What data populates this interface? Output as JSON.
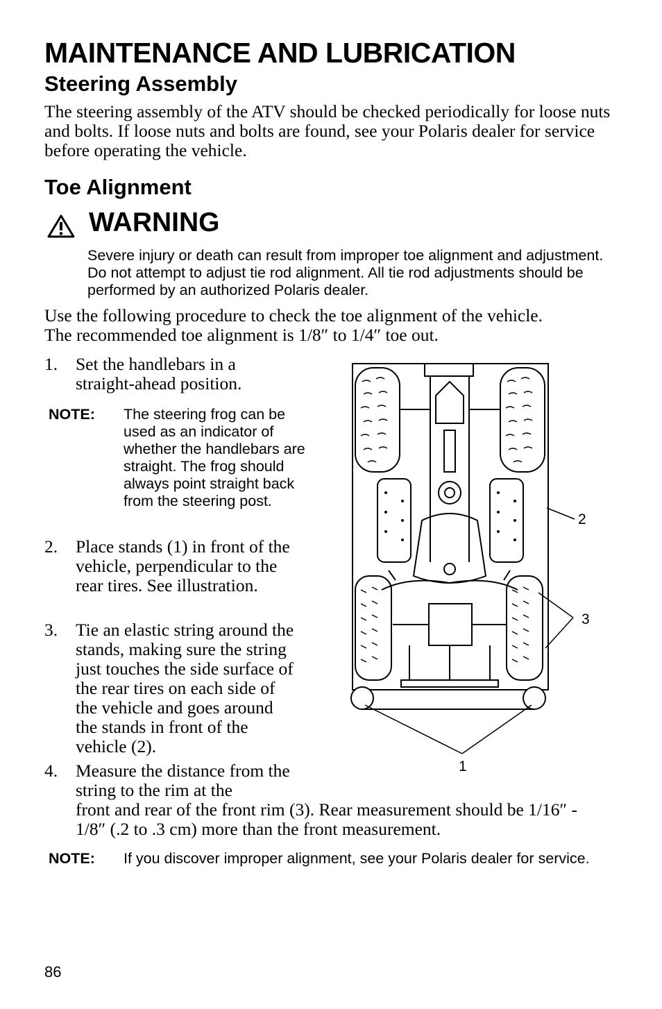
{
  "header": {
    "title": "MAINTENANCE AND LUBRICATION",
    "section1_title": "Steering Assembly",
    "section1_body": "The steering assembly of the ATV should be checked periodically for loose nuts and bolts.  If loose nuts and bolts are found, see your Polaris dealer for service before operating the vehicle.",
    "section2_title": "Toe Alignment"
  },
  "warning": {
    "icon": "warning-triangle-icon",
    "title": "WARNING",
    "text": "Severe injury or death can result from improper toe alignment and adjustment.  Do not attempt to adjust tie rod alignment.  All tie rod adjustments should be performed by an authorized Polaris dealer."
  },
  "intro": {
    "line1": "Use the following procedure to check the toe alignment of the vehicle.",
    "line2": "The recommended toe alignment is 1/8″ to 1/4″ toe out."
  },
  "steps": [
    {
      "num": "1.",
      "text": "Set the handlebars in a straight-ahead position."
    },
    {
      "num": "2.",
      "text": "Place stands (1) in front of the vehicle, perpendicular to the rear tires.  See illustration."
    },
    {
      "num": "3.",
      "text": "Tie an elastic string around the stands, making sure the string just touches the side surface of the rear tires on each side of the vehicle and goes around the stands in front of the vehicle (2)."
    },
    {
      "num": "4.",
      "text_a": "Measure the distance from the string to the rim at the",
      "text_b": "front and rear of the front rim (3).  Rear measurement should be 1/16″ - 1/8″ (.2 to .3 cm) more than the front measurement."
    }
  ],
  "notes": [
    {
      "label": "NOTE:",
      "text": "The steering frog can be used as an indicator of whether the handlebars are straight. The frog should always point straight back from the steering post."
    },
    {
      "label": "NOTE:",
      "text": "If you discover improper alignment, see your Polaris dealer for service."
    }
  ],
  "figure": {
    "callout_1": "1",
    "callout_2": "2",
    "callout_3": "3"
  },
  "footer": {
    "page_number": "86"
  }
}
